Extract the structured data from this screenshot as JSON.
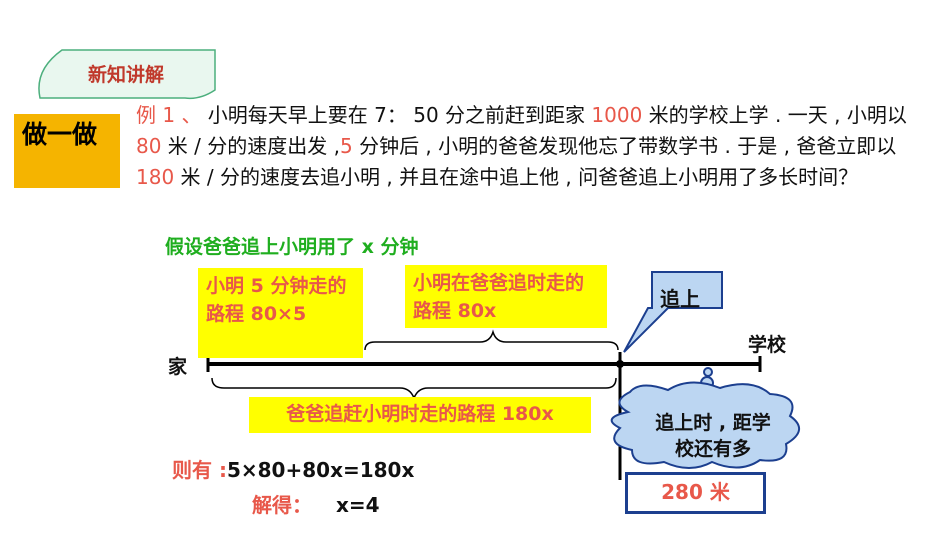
{
  "tag": {
    "label": "新知讲解"
  },
  "side": {
    "label": "做一做"
  },
  "problem": {
    "prefix": "例 1 、",
    "t1": " 小明每天早上要在 7： 50 分之前赶到距家 ",
    "n1": "1000",
    "t2": " 米的学校上学 . 一天 , 小明以 ",
    "n2": "80",
    "t3": " 米 / 分的速度出发 ,",
    "n3": "5",
    "t4": " 分钟后 , 小明的爸爸发现他忘了带数学书 . 于是 , 爸爸立即以 ",
    "n4": "180",
    "t5": " 米 / 分的速度去追小明 , 并且在途中追上他 , 问爸爸追上小明用了多长时间？"
  },
  "assumption": "假设爸爸追上小明用了 x 分钟",
  "diagram": {
    "box1": "小明 5 分钟走的路程 80×5",
    "box2": "小明在爸爸追时走的路程 80x",
    "box3": "爸爸追赶小明时走的路程 180x",
    "home": "家",
    "school": "学校",
    "catch_up": "追上",
    "cloud": "追上时 , 距学校还有多",
    "answer": "280 米"
  },
  "equation": {
    "prefix": "则有 :",
    "body": "5×80+80x=180x"
  },
  "solution": {
    "prefix": "解得：",
    "body": "x=4"
  },
  "colors": {
    "accent_red": "#e8584a",
    "green": "#1fae1f",
    "yellow": "#ffff00",
    "orange": "#f5b400",
    "cloud_blue": "#b9d4f3",
    "border_blue": "#1c3f8f"
  }
}
